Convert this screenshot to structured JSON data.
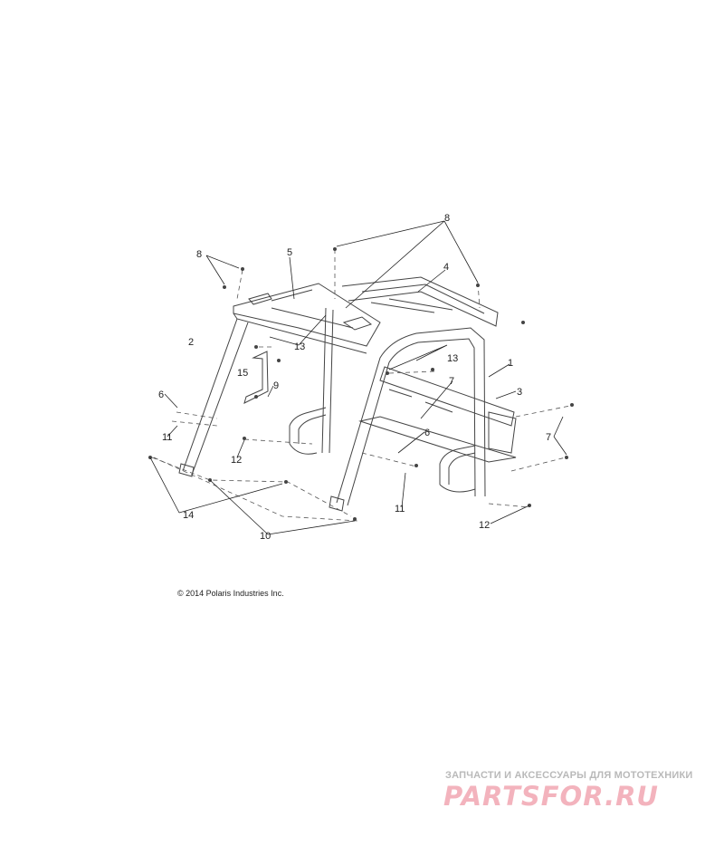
{
  "callouts": [
    "8",
    "5",
    "4",
    "2",
    "13",
    "13",
    "1",
    "15",
    "9",
    "6",
    "7",
    "3",
    "11",
    "7",
    "12",
    "6",
    "11",
    "14",
    "10",
    "12",
    "8"
  ],
  "copyright": "© 2014 Polaris Industries Inc.",
  "watermark": {
    "tagline": "ЗАПЧАСТИ И АКСЕССУАРЫ ДЛЯ МОТОТЕХНИКИ",
    "logo": "PARTSFOR.RU",
    "logo_color": "#f3b3bd"
  },
  "line_color": "#444444"
}
